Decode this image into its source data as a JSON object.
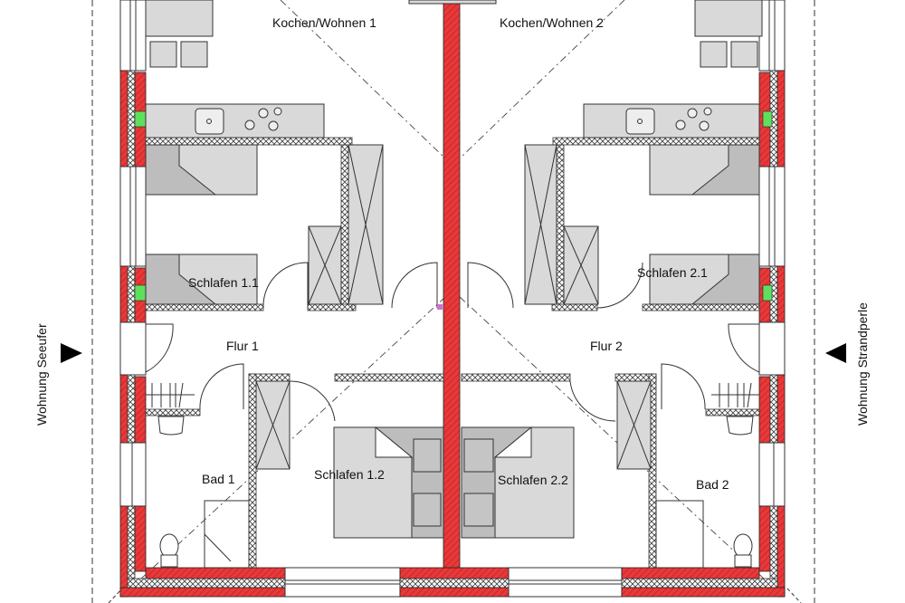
{
  "plan": {
    "rooms": {
      "kochen_wohnen_1": "Kochen/Wohnen 1",
      "kochen_wohnen_2": "Kochen/Wohnen 2",
      "schlafen_1_1": "Schlafen 1.1",
      "schlafen_2_1": "Schlafen 2.1",
      "flur_1": "Flur 1",
      "flur_2": "Flur 2",
      "schlafen_1_2": "Schlafen 1.2",
      "schlafen_2_2": "Schlafen 2.2",
      "bad_1": "Bad 1",
      "bad_2": "Bad 2"
    },
    "entrances": {
      "left": "Wohnung Seeufer",
      "right": "Wohnung Strandperle"
    },
    "colors": {
      "wall_red": "#e53935",
      "furniture_gray": "#d9d9d9",
      "vent_green": "#5ee05e",
      "insulation": "#ffffff"
    }
  }
}
